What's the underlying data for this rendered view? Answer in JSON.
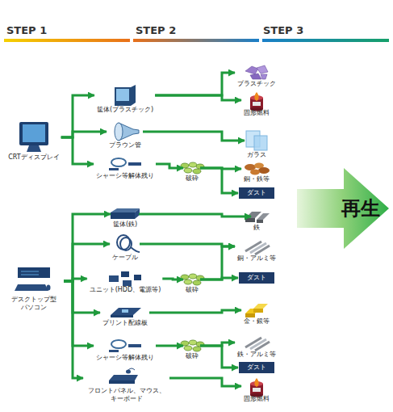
{
  "diagram": {
    "nodes": [
      {
        "text": [
          "CRTディスプレイ"
        ]
      },
      {
        "text": [
          "筐体(プラスチック)"
        ]
      },
      {
        "text": [
          "ブラウン管"
        ]
      },
      {
        "text": [
          "シャーシ等解体残り"
        ]
      },
      {
        "text": [
          "破砕"
        ]
      },
      {
        "text": [
          "プラスチック"
        ]
      },
      {
        "text": [
          "固形燃料"
        ]
      },
      {
        "text": [
          "ガラス"
        ]
      },
      {
        "text": [
          "銅・鉄等"
        ]
      },
      {
        "text": [
          "ダスト"
        ]
      },
      {
        "text": [
          "デスクトップ型 パソコン"
        ]
      },
      {
        "text": [
          "筐体(鉄)"
        ]
      },
      {
        "text": [
          "ケーブル"
        ]
      },
      {
        "text": [
          "ユニット(HDD、電源等)"
        ]
      },
      {
        "text": [
          "破砕"
        ]
      },
      {
        "text": [
          "プリント配線板"
        ]
      },
      {
        "text": [
          "シャーシ等解体残り"
        ]
      },
      {
        "text": [
          "破砕"
        ]
      },
      {
        "text": [
          "フロントパネル、マウス、 キーボード"
        ]
      },
      {
        "text": [
          "鉄"
        ]
      },
      {
        "text": [
          "銅・アルミ等"
        ]
      },
      {
        "text": [
          "ダスト"
        ]
      },
      {
        "text": [
          "金・銀等"
        ]
      },
      {
        "text": [
          "鉄・アルミ等"
        ]
      },
      {
        "text": [
          "ダスト"
        ]
      },
      {
        "text": [
          "固形燃料"
        ]
      },
      {
        "text": [
          "再生"
        ]
      }
    ],
    "edges": [
      {
        "from": 0,
        "to": 1,
        "arrow": "to"
      },
      {
        "from": 0,
        "to": 2,
        "arrow": "to"
      },
      {
        "from": 0,
        "to": 3,
        "arrow": "to"
      },
      {
        "from": 1,
        "to": 5,
        "arrow": "to"
      },
      {
        "from": 1,
        "to": 6,
        "arrow": "to"
      },
      {
        "from": 2,
        "to": 7,
        "arrow": "to"
      },
      {
        "from": 3,
        "to": 4,
        "arrow": "to"
      },
      {
        "from": 4,
        "to": 8,
        "arrow": "to"
      },
      {
        "from": 4,
        "to": 9,
        "arrow": "to"
      },
      {
        "from": 10,
        "to": 11,
        "arrow": "to"
      },
      {
        "from": 10,
        "to": 12,
        "arrow": "to"
      },
      {
        "from": 10,
        "to": 13,
        "arrow": "to"
      },
      {
        "from": 10,
        "to": 15,
        "arrow": "to"
      },
      {
        "from": 10,
        "to": 16,
        "arrow": "to"
      },
      {
        "from": 10,
        "to": 18,
        "arrow": "to"
      },
      {
        "from": 11,
        "to": 19,
        "arrow": "to"
      },
      {
        "from": 12,
        "to": 20,
        "arrow": "to"
      },
      {
        "from": 13,
        "to": 14,
        "arrow": "to"
      },
      {
        "from": 14,
        "to": 20,
        "arrow": "to"
      },
      {
        "from": 14,
        "to": 21,
        "arrow": "to"
      },
      {
        "from": 15,
        "to": 22,
        "arrow": "to"
      },
      {
        "from": 16,
        "to": 17,
        "arrow": "to"
      },
      {
        "from": 17,
        "to": 23,
        "arrow": "to"
      },
      {
        "from": 17,
        "to": 24,
        "arrow": "to"
      },
      {
        "from": 18,
        "to": 25,
        "arrow": "to"
      }
    ],
    "labels": [
      "STEP 1",
      "STEP 2",
      "STEP 3"
    ]
  }
}
